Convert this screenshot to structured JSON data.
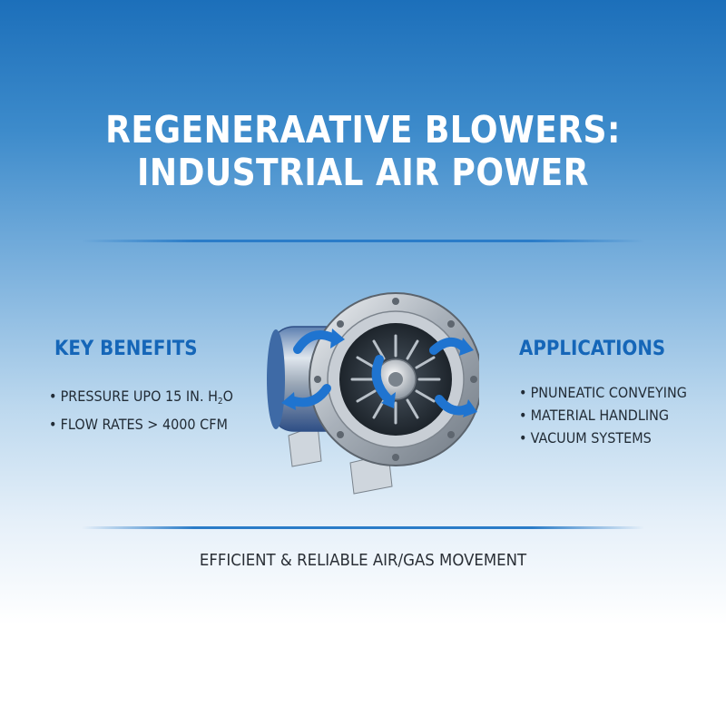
{
  "title": {
    "line1": "REGENERAATIVE BLOWERS:",
    "line2": "INDUSTRIAL AIR POWER"
  },
  "key_benefits": {
    "heading": "KEY BENEFITS",
    "items": [
      {
        "text": "PRESSURE UPO 15 IN. H",
        "sub": "2",
        "suffix": "O"
      },
      {
        "text": "FLOW RATES > 4000 CFM"
      }
    ]
  },
  "applications": {
    "heading": "APPLICATIONS",
    "items": [
      "PNUNEATIC CONVEYING",
      "MATERIAL HANDLING",
      "VACUUM SYSTEMS"
    ]
  },
  "tagline": "EFFICIENT & RELIABLE AIR/GAS MOVEMENT",
  "bullet": "•",
  "colors": {
    "accent_blue": "#1566b8",
    "arrow_blue": "#1f74d0",
    "title_white": "#ffffff"
  },
  "icons": [
    "regenerative-blower-illustration",
    "airflow-arrow-icon"
  ]
}
